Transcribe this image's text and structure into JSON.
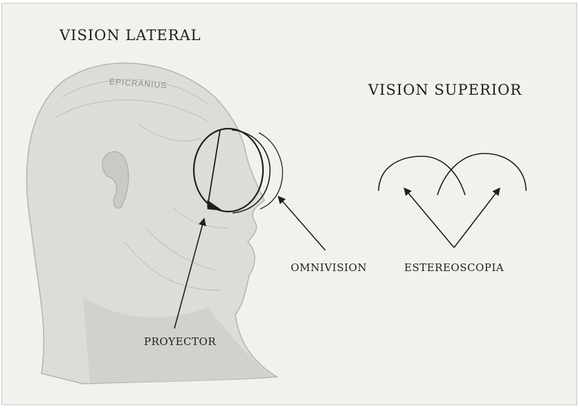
{
  "labels": {
    "vision_lateral": "VISION LATERAL",
    "vision_superior": "VISION SUPERIOR",
    "epicranius": "EPICRANIUS",
    "omnivision": "OMNIVISION",
    "estereoscopia": "ESTEREOSCOPIA",
    "proyector": "PROYECTOR"
  },
  "colors": {
    "background": "#f1f2ec",
    "ink": "#1e1e1e",
    "illustration": "#d9dad5"
  }
}
